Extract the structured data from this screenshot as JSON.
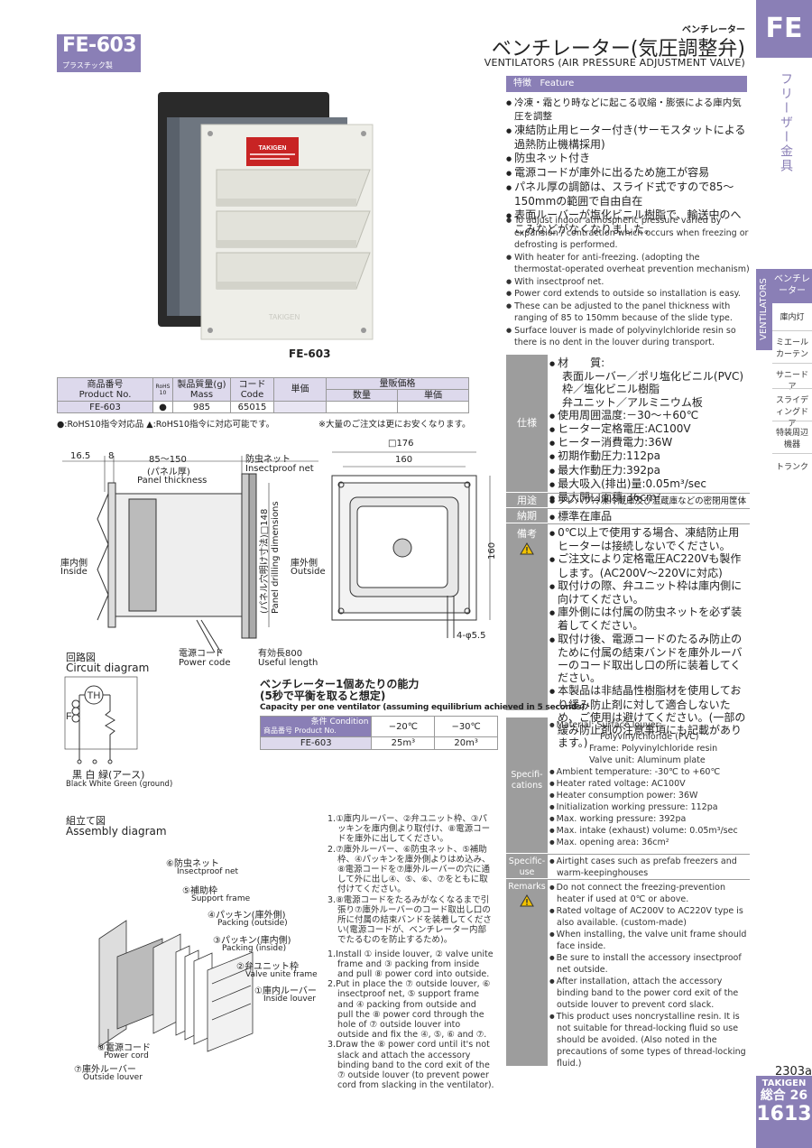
{
  "header": {
    "model": "FE-603",
    "material_tag": "プラスチック製",
    "category_small": "ベンチレーター",
    "title_ja": "ベンチレーター(気圧調整弁)",
    "title_en": "VENTILATORS (AIR PRESSURE ADJUSTMENT VALVE)",
    "tab": "FE",
    "side_category": "フリーザー金具"
  },
  "side_nav": {
    "vertical_label": "VENTILATORS",
    "current": "ベンチレーター",
    "items": [
      "庫内灯",
      "ミエールカーテン",
      "サニードア",
      "スライディングドア",
      "特装周辺機器",
      "トランク"
    ]
  },
  "photo": {
    "caption": "FE-603",
    "sticker": "TAKIGEN",
    "engraving": "TAKIGEN"
  },
  "feature": {
    "label_ja": "特徴",
    "label_en": "Feature",
    "items_ja": [
      "冷凍・霜とり時などに起こる収縮・膨張による庫内気圧を調整",
      "凍結防止用ヒーター付き(サーモスタットによる過熱防止機構採用)",
      "防虫ネット付き",
      "電源コードが庫外に出るため施工が容易",
      "パネル厚の調節は、スライド式ですので85〜150mmの範囲で自由自在",
      "表面ルーバーが塩化ビニル樹脂で、輸送中のへこみなどがなくなりました。"
    ],
    "items_en": [
      "To adjust indoor atmospheric pressure varied by expansion / contraction which occurs when freezing or defrosting is performed.",
      "With heater for anti-freezing. (adopting the thermostat-operated overheat prevention mechanism)",
      "With insectproof net.",
      "Power cord extends to outside so installation is easy.",
      "These can be adjusted to the panel thickness with ranging of 85 to 150mm because of the slide type.",
      "Surface louver is made of polyvinylchloride resin so there is no dent in the louver during transport."
    ]
  },
  "price_table": {
    "h_product": "商品番号",
    "h_product_en": "Product No.",
    "h_rohs": "RoHS",
    "h_rohs_sub": "10",
    "h_mass": "製品質量(g)",
    "h_mass_en": "Mass",
    "h_code": "コード",
    "h_code_en": "Code",
    "h_unit_price": "単価",
    "h_bulk": "量販価格",
    "h_qty": "数量",
    "h_bulk_unit": "単価",
    "row": {
      "product": "FE-603",
      "rohs": "●",
      "mass": "985",
      "code": "65015",
      "price": "",
      "qty": "",
      "bulk_price": ""
    },
    "note_left": "●:RoHS10指令対応品 ▲:RoHS10指令に対応可能です。",
    "note_right": "※大量のご注文は更にお安くなります。"
  },
  "spec_ja": {
    "spec_label": "仕様",
    "material_head": "材　　質:",
    "material_lines": [
      "表面ルーバー／ポリ塩化ビニル(PVC)",
      "枠／塩化ビニル樹脂",
      "弁ユニット／アルミニウム板"
    ],
    "spec_items": [
      "使用周囲温度:－30〜＋60℃",
      "ヒーター定格電圧:AC100V",
      "ヒーター消費電力:36W",
      "初期作動圧力:112pa",
      "最大作動圧力:392pa",
      "最大吸入(排出)量:0.05m³/sec",
      "最大開口面積:36cm²"
    ],
    "use_label": "用途",
    "use_text": "プレハブ冷凍冷蔵庫及び温蔵庫などの密閉用筐体",
    "delivery_label": "納期",
    "delivery_text": "標準在庫品",
    "remarks_label": "備考",
    "remarks": [
      "0℃以上で使用する場合、凍結防止用ヒーターは接続しないでください。",
      "ご注文により定格電圧AC220Vも製作します。(AC200V〜220Vに対応)",
      "取付けの際、弁ユニット枠は庫内側に向けてください。",
      "庫外側には付属の防虫ネットを必ず装着してください。",
      "取付け後、電源コードのたるみ防止のために付属の結束バンドを庫外ルーバーのコード取出し口の所に装着してください。",
      "本製品は非結晶性樹脂材を使用しており緩み防止剤に対して適合しないため、ご使用は避けてください。(一部の緩み防止剤の注意事項にも記載があります。)"
    ]
  },
  "spec_en": {
    "spec_label": "Specifi-cations",
    "material_lines": [
      "Material: Surface louver:",
      "Polyvinylchloride (PVC)",
      "Frame: Polyvinylchloride resin",
      "Valve unit: Aluminum plate"
    ],
    "spec_items": [
      "Ambient temperature: -30℃ to +60℃",
      "Heater rated voltage: AC100V",
      "Heater consumption power: 36W",
      "Initialization working pressure: 112pa",
      "Max. working pressure: 392pa",
      "Max. intake (exhaust) volume: 0.05m³/sec",
      "Max. opening area: 36cm²"
    ],
    "use_label": "Specific-use",
    "use_text": "Airtight cases such as prefab freezers and warm-keepinghouses",
    "remarks_label": "Remarks",
    "remarks": [
      "Do not connect the freezing-prevention heater if used at 0℃ or above.",
      "Rated voltage of AC200V to AC220V type is also available. (custom-made)",
      "When installing, the valve unit frame should face inside.",
      "Be sure to install the accessory insectproof net outside.",
      "After installation, attach the accessory binding band to the power cord exit of the outside louver to prevent cord slack.",
      "This product uses noncrystalline resin. It is not suitable for thread-locking fluid so use should be avoided. (Also noted in the precautions of some types of thread-locking fluid.)"
    ]
  },
  "dimension": {
    "d1": "16.5",
    "d2": "8",
    "d3": "85〜150",
    "panel_ja": "(パネル厚)",
    "panel_en": "Panel thickness",
    "net_ja": "防虫ネット",
    "net_en": "Insectproof net",
    "inside_ja": "庫内側",
    "inside_en": "Inside",
    "outside_ja": "庫外側",
    "outside_en": "Outside",
    "drill_ja": "(パネル穴明け寸法)□148",
    "drill_en": "Panel drilling dimensions",
    "sq176": "□176",
    "w160": "160",
    "h160": "160",
    "holes": "4-φ5.5",
    "cord_ja": "電源コード",
    "cord_en": "Power code",
    "useful_ja": "有効長800",
    "useful_en": "Useful length"
  },
  "circuit": {
    "title_ja": "回路図",
    "title_en": "Circuit diagram",
    "th": "TH",
    "f": "F",
    "wires_ja": "黒 白 緑(アース)",
    "wires_en": "Black White Green (ground)"
  },
  "capacity": {
    "title_ja": "ベンチレーター1個あたりの能力",
    "title_ja2": "(5秒で平衡を取ると想定)",
    "title_en": "Capacity per one ventilator (assuming equilibrium achieved in 5 seconds)",
    "h_condition": "条件 Condition",
    "h_product": "商品番号 Product No.",
    "h_c1": "−20℃",
    "h_c2": "−30℃",
    "row_product": "FE-603",
    "v1": "25m³",
    "v2": "20m³"
  },
  "assembly": {
    "title_ja": "組立て図",
    "title_en": "Assembly diagram",
    "labels": [
      {
        "ja": "⑥防虫ネット",
        "en": "Insectproof net"
      },
      {
        "ja": "⑤補助枠",
        "en": "Support frame"
      },
      {
        "ja": "④パッキン(庫外側)",
        "en": "Packing (outside)"
      },
      {
        "ja": "③パッキン(庫内側)",
        "en": "Packing (inside)"
      },
      {
        "ja": "②弁ユニット枠",
        "en": "Valve unite frame"
      },
      {
        "ja": "①庫内ルーバー",
        "en": "Inside louver"
      },
      {
        "ja": "⑧電源コード",
        "en": "Power cord"
      },
      {
        "ja": "⑦庫外ルーバー",
        "en": "Outside louver"
      }
    ],
    "steps_ja": [
      "1.①庫内ルーバー、②弁ユニット枠、③パッキンを庫内側より取付け、⑧電源コードを庫外に出してください。",
      "2.⑦庫外ルーバー、⑥防虫ネット、⑤補助枠、④パッキンを庫外側よりはめ込み、⑧電源コードを⑦庫外ルーバーの穴に通して外に出し④、⑤、⑥、⑦をともに取付けてください。",
      "3.⑧電源コードをたるみがなくなるまで引張り⑦庫外ルーバーのコード取出し口の所に付属の結束バンドを装着してください(電源コードが、ベンチレーター内部でたるむのを防止するため)。"
    ],
    "steps_en": [
      "1.Install ① inside louver, ② valve unite frame and ③ packing from inside and pull ⑧ power cord into outside.",
      "2.Put in place the ⑦ outside louver, ⑥ insectproof net, ⑤ support frame and ④ packing from outside and pull the ⑧ power cord through the hole of ⑦ outside louver into outside and fix the ④, ⑤, ⑥ and ⑦.",
      "3.Draw the ⑧ power cord until it's not slack and attach the accessory binding band to the cord exit of the ⑦ outside louver (to prevent power cord from slacking in the ventilator)."
    ]
  },
  "footer": {
    "code": "2303a",
    "brand": "TAKIGEN",
    "catalog": "総合 26",
    "page": "1613"
  },
  "colors": {
    "accent": "#8a7fb6",
    "label_gray": "#9d9d9d",
    "light_accent": "#ddd9ec"
  }
}
